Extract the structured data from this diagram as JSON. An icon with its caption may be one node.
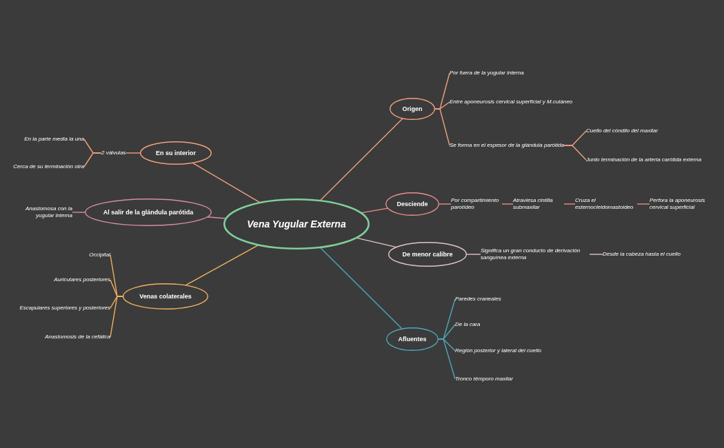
{
  "diagram": {
    "nodes": [
      {
        "text": [
          "Vena Yugular Externa"
        ]
      },
      {
        "text": [
          "Origen"
        ]
      },
      {
        "text": [
          "Por fuera de la yugular interna"
        ]
      },
      {
        "text": [
          "Entre aponeurosis cervical superficial y M.cutáneo"
        ]
      },
      {
        "text": [
          "Se forma en el espesor de la glándula parótida"
        ]
      },
      {
        "text": [
          "Cuello del cóndilo del maxilar"
        ]
      },
      {
        "text": [
          "Junto terminación de la arteria carótida externa"
        ]
      },
      {
        "text": [
          "Desciende"
        ]
      },
      {
        "text": [
          "Por compartimiento parotídeo"
        ]
      },
      {
        "text": [
          "Atraviesa cintilla submaxilar"
        ]
      },
      {
        "text": [
          "Cruza el esternocleidomastoideo"
        ]
      },
      {
        "text": [
          "Perfora la aponeurosis cervical superficial"
        ]
      },
      {
        "text": [
          "De menor calibre"
        ]
      },
      {
        "text": [
          "Significa un gran conducto de derivación sanguínea externa"
        ]
      },
      {
        "text": [
          "Desde la cabeza hasta el cuello"
        ]
      },
      {
        "text": [
          "Afluentes"
        ]
      },
      {
        "text": [
          "Paredes craneales"
        ]
      },
      {
        "text": [
          "De la cara"
        ]
      },
      {
        "text": [
          "Región posterior y lateral del cuello"
        ]
      },
      {
        "text": [
          "Tronco témporo maxilar"
        ]
      },
      {
        "text": [
          "En su interior"
        ]
      },
      {
        "text": [
          "2 válvulas"
        ]
      },
      {
        "text": [
          "En la parte media la una"
        ]
      },
      {
        "text": [
          "Cerca de su terminación otra"
        ]
      },
      {
        "text": [
          "Al salir de la glándula parótida"
        ]
      },
      {
        "text": [
          "Anastomosa con la yugular interna"
        ]
      },
      {
        "text": [
          "Venas colaterales"
        ]
      },
      {
        "text": [
          "Occipital"
        ]
      },
      {
        "text": [
          "Auriculares posteriores"
        ]
      },
      {
        "text": [
          "Escapulares superiores y posteriores"
        ]
      },
      {
        "text": [
          "Anastomosis de la cefálica"
        ]
      }
    ],
    "edges": [
      {
        "from": 0,
        "to": 1,
        "arrow": "none"
      },
      {
        "from": 1,
        "to": 2,
        "arrow": "none"
      },
      {
        "from": 1,
        "to": 3,
        "arrow": "none"
      },
      {
        "from": 1,
        "to": 4,
        "arrow": "none"
      },
      {
        "from": 4,
        "to": 5,
        "arrow": "none"
      },
      {
        "from": 4,
        "to": 6,
        "arrow": "none"
      },
      {
        "from": 0,
        "to": 7,
        "arrow": "none",
        "color": "#e98f8c"
      },
      {
        "from": 7,
        "to": 8,
        "arrow": "none",
        "color": "#e98f8c"
      },
      {
        "from": 8,
        "to": 9,
        "arrow": "none",
        "color": "#e98f8c"
      },
      {
        "from": 9,
        "to": 10,
        "arrow": "none",
        "color": "#e98f8c"
      },
      {
        "from": 10,
        "to": 11,
        "arrow": "none",
        "color": "#e98f8c"
      },
      {
        "from": 0,
        "to": 12,
        "arrow": "none",
        "color": "#e6c3c6"
      },
      {
        "from": 12,
        "to": 13,
        "arrow": "none",
        "color": "#e6c3c6"
      },
      {
        "from": 13,
        "to": 14,
        "arrow": "none",
        "color": "#e6c3c6"
      },
      {
        "from": 0,
        "to": 15,
        "arrow": "none",
        "color": "#4fa6bc"
      },
      {
        "from": 15,
        "to": 16,
        "arrow": "none",
        "color": "#4fa6bc"
      },
      {
        "from": 15,
        "to": 17,
        "arrow": "none",
        "color": "#4fa6bc"
      },
      {
        "from": 15,
        "to": 18,
        "arrow": "none",
        "color": "#4fa6bc"
      },
      {
        "from": 15,
        "to": 19,
        "arrow": "none",
        "color": "#4fa6bc"
      },
      {
        "from": 0,
        "to": 20,
        "arrow": "none"
      },
      {
        "from": 20,
        "to": 21,
        "arrow": "none"
      },
      {
        "from": 21,
        "to": 22,
        "arrow": "none"
      },
      {
        "from": 21,
        "to": 23,
        "arrow": "none"
      },
      {
        "from": 0,
        "to": 24,
        "arrow": "none",
        "color": "#d88cab"
      },
      {
        "from": 24,
        "to": 25,
        "arrow": "none",
        "color": "#d88cab"
      },
      {
        "from": 0,
        "to": 26,
        "arrow": "none",
        "color": "#f3b25f"
      },
      {
        "from": 26,
        "to": 27,
        "arrow": "none",
        "color": "#f3b25f"
      },
      {
        "from": 26,
        "to": 28,
        "arrow": "none",
        "color": "#f3b25f"
      },
      {
        "from": 26,
        "to": 29,
        "arrow": "none",
        "color": "#f3b25f"
      },
      {
        "from": 26,
        "to": 30,
        "arrow": "none",
        "color": "#f3b25f"
      }
    ]
  }
}
